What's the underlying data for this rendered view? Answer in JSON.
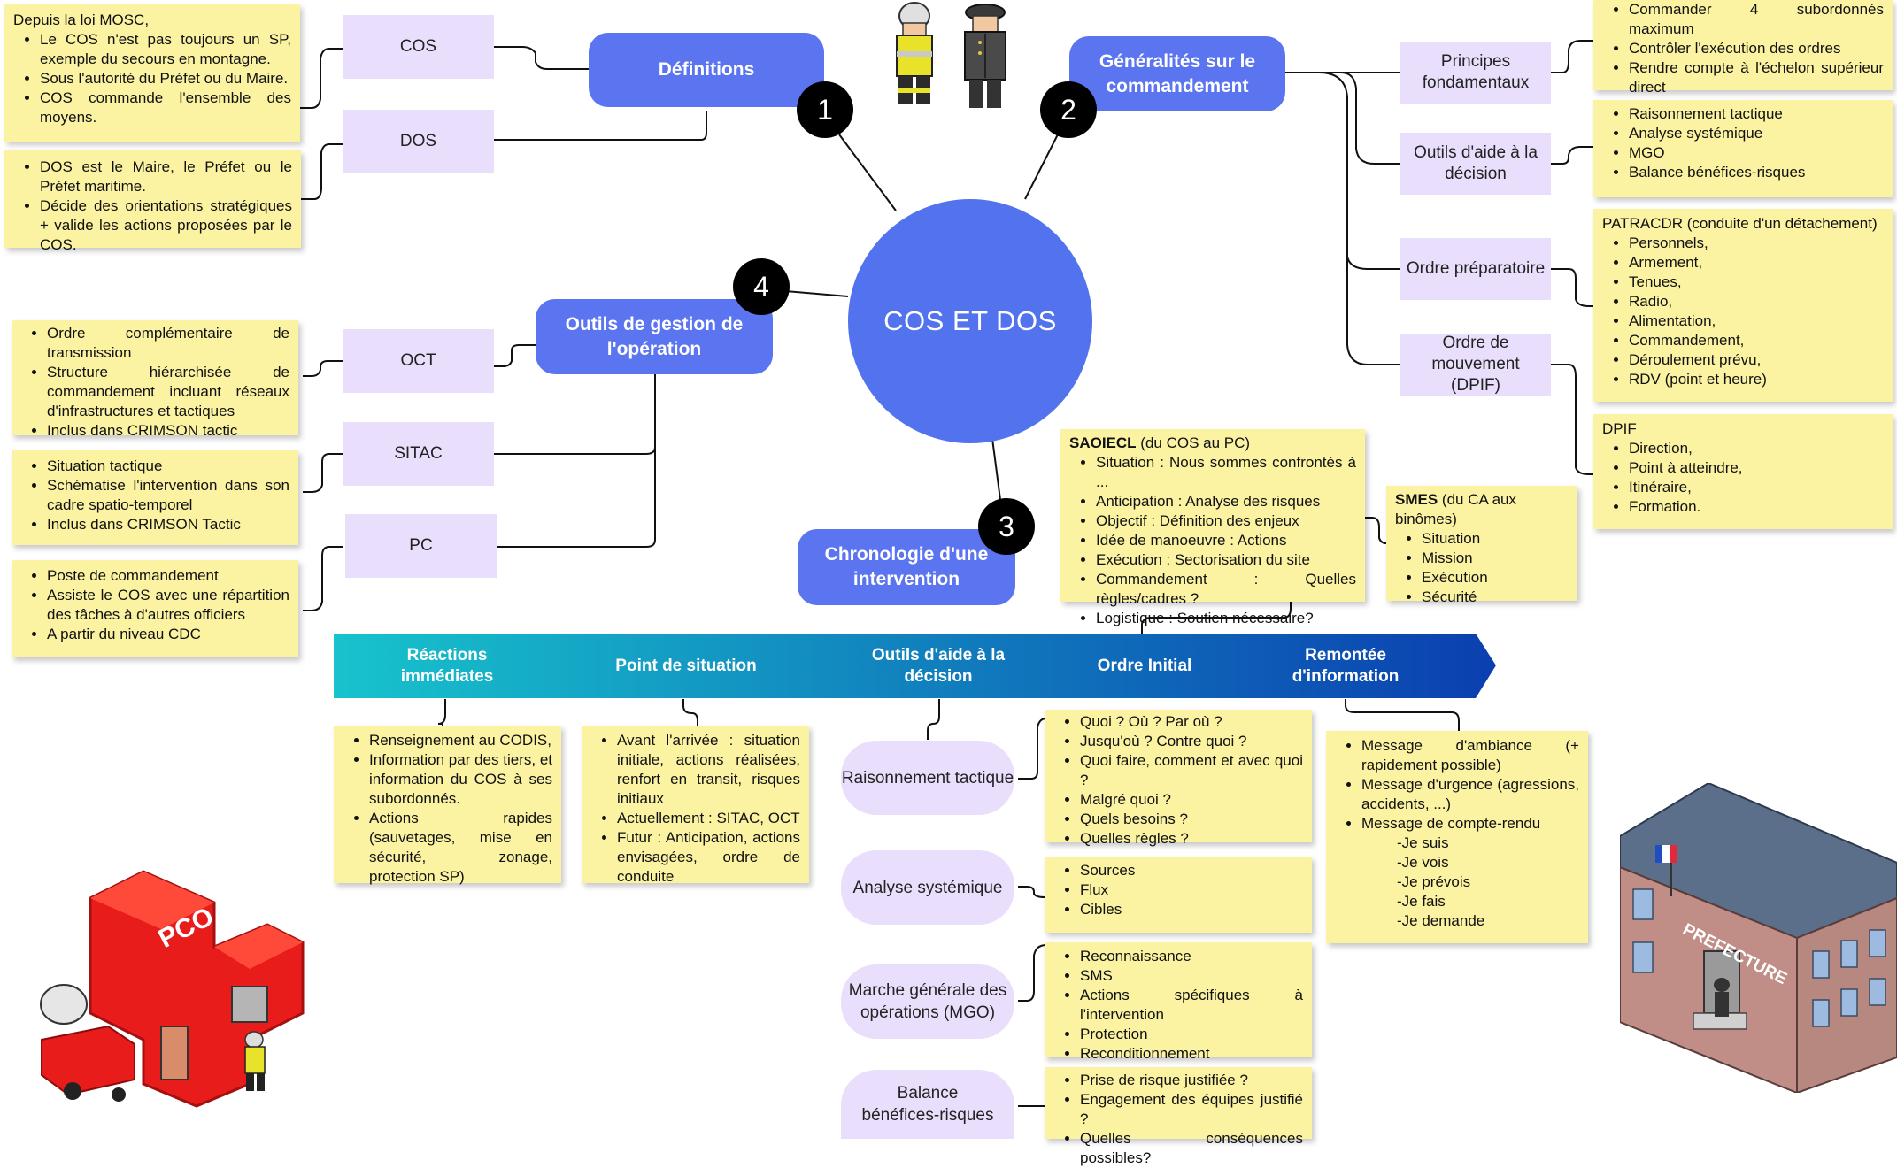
{
  "center": "COS ET DOS",
  "branches": {
    "b1": {
      "number": "1",
      "title": "Définitions"
    },
    "b2": {
      "number": "2",
      "title": "Généralités sur le commandement"
    },
    "b3": {
      "number": "3",
      "title": "Chronologie d'une intervention"
    },
    "b4": {
      "number": "4",
      "title": "Outils de gestion de l'opération"
    }
  },
  "definitions": {
    "cos_label": "COS",
    "dos_label": "DOS",
    "cos_note": {
      "head": "Depuis la loi MOSC,",
      "items": [
        "Le COS n'est pas toujours un SP, exemple du secours en montagne.",
        "Sous l'autorité du Préfet ou du Maire.",
        "COS commande l'ensemble des moyens."
      ]
    },
    "dos_note": {
      "items": [
        "DOS est le Maire, le Préfet ou le Préfet maritime.",
        "Décide des orientations stratégiques + valide les actions proposées par le COS."
      ]
    }
  },
  "generalites": {
    "principes_label": "Principes fondamentaux",
    "outils_label": "Outils d'aide à la décision",
    "ordre_prep_label": "Ordre préparatoire",
    "ordre_mvt_label": "Ordre de mouvement (DPIF)",
    "principes_note": [
      "Commander 4 subordonnés maximum",
      "Contrôler l'exécution des ordres",
      "Rendre compte à l'échelon supérieur direct"
    ],
    "outils_note": [
      "Raisonnement tactique",
      "Analyse systémique",
      "MGO",
      "Balance bénéfices-risques"
    ],
    "patracdr_head": "PATRACDR (conduite d'un détachement)",
    "patracdr_items": [
      "Personnels,",
      "Armement,",
      "Tenues,",
      "Radio,",
      "Alimentation,",
      "Commandement,",
      "Déroulement prévu,",
      "RDV (point et heure)"
    ],
    "dpif_head": "DPIF",
    "dpif_items": [
      "Direction,",
      "Point à atteindre,",
      "Itinéraire,",
      "Formation."
    ]
  },
  "outils_gestion": {
    "oct_label": "OCT",
    "sitac_label": "SITAC",
    "pc_label": "PC",
    "oct_note": [
      "Ordre complémentaire de transmission",
      "Structure hiérarchisée de commandement incluant réseaux d'infrastructures et tactiques",
      "Inclus dans CRIMSON tactic"
    ],
    "sitac_note": [
      "Situation tactique",
      "Schématise l'intervention dans son cadre spatio-temporel",
      "Inclus dans CRIMSON Tactic"
    ],
    "pc_note": [
      "Poste de commandement",
      "Assiste le COS avec une répartition des tâches à d'autres officiers",
      "A partir du niveau CDC"
    ]
  },
  "saoiecl": {
    "head_bold": "SAOIECL",
    "head_rest": " (du COS au PC)",
    "items": [
      "Situation : Nous sommes confrontés à ...",
      "Anticipation : Analyse des risques",
      "Objectif : Définition des enjeux",
      "Idée de manoeuvre : Actions",
      "Exécution : Sectorisation du site",
      "Commandement : Quelles règles/cadres ?",
      "Logistique : Soutien nécessaire?"
    ]
  },
  "smes": {
    "head_bold": "SMES",
    "head_rest": " (du CA aux binômes)",
    "items": [
      "Situation",
      "Mission",
      "Exécution",
      "Sécurité"
    ]
  },
  "timeline": {
    "steps": [
      "Réactions immédiates",
      "Point de situation",
      "Outils d'aide à la décision",
      "Ordre Initial",
      "Remontée d'information"
    ],
    "colors": {
      "start": "#17c3cc",
      "end": "#0b3fb0"
    }
  },
  "reactions_note": [
    "Renseignement au CODIS,",
    "Information par des tiers, et information du COS à ses subordonnés.",
    "Actions rapides (sauvetages, mise en sécurité, zonage, protection SP)"
  ],
  "point_note": [
    "Avant l'arrivée : situation initiale, actions réalisées, renfort en transit, risques initiaux",
    "Actuellement : SITAC, OCT",
    "Futur : Anticipation, actions envisagées, ordre de conduite"
  ],
  "remontee_note": {
    "items": [
      "Message d'ambiance (+ rapidement possible)",
      "Message d'urgence (agressions, accidents, ...)",
      "Message de compte-rendu"
    ],
    "sub": [
      "-Je suis",
      "-Je vois",
      "-Je prévois",
      "-Je fais",
      "-Je demande"
    ]
  },
  "decision_tools": {
    "raisonnement_label": "Raisonnement tactique",
    "analyse_label": "Analyse systémique",
    "mgo_label": "Marche générale des opérations (MGO)",
    "balance_label": "Balance bénéfices-risques",
    "raisonnement_note": [
      "Quoi ? Où ? Par où ?",
      "Jusqu'où ? Contre quoi ?",
      "Quoi faire, comment et avec quoi ?",
      "Malgré quoi ?",
      "Quels besoins ?",
      "Quelles règles ?"
    ],
    "analyse_note": [
      "Sources",
      "Flux",
      "Cibles"
    ],
    "mgo_note": [
      "Reconnaissance",
      "SMS",
      "Actions spécifiques à l'intervention",
      "Protection",
      "Reconditionnement"
    ],
    "balance_note": [
      "Prise de risque justifiée ?",
      "Engagement des équipes justifié ?",
      "Quelles conséquences possibles?"
    ]
  },
  "illustrations": {
    "pco_sign": "PCO",
    "prefecture_sign": "PREFECTURE"
  },
  "colors": {
    "pill": "#5b74f0",
    "center": "#5373ee",
    "lavender": "#e9dffc",
    "note": "#fbf3a1"
  }
}
